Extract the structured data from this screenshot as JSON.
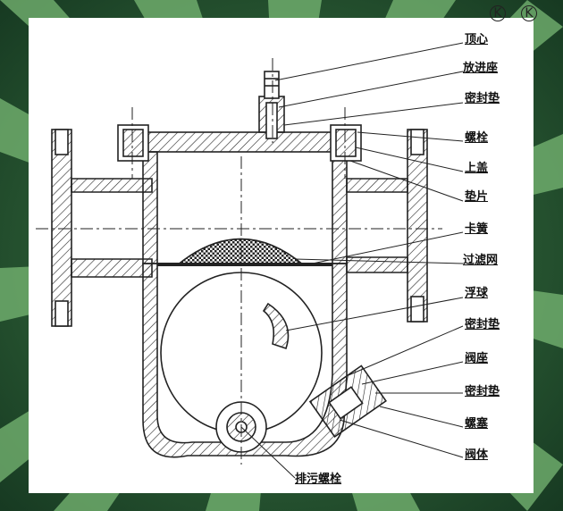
{
  "colors": {
    "bg_dark": "#1f4a2b",
    "bg_light": "#5a9a5e",
    "ray_light": "#8fcf8a",
    "line": "#222222",
    "mesh": "#333333"
  },
  "corner_marks": [
    "K",
    "K"
  ],
  "labels": {
    "ding_xin": "顶心",
    "fang_qi_zuo": "放进座",
    "mi_feng_dian_1": "密封垫",
    "luo_shuan": "螺栓",
    "shang_gai": "上盖",
    "dian_pian": "垫片",
    "ka_huang": "卡簧",
    "guo_lv_wang": "过滤网",
    "fu_qiu": "浮球",
    "mi_feng_dian_2": "密封垫",
    "fa_zuo": "阀座",
    "mi_feng_dian_3": "密封垫",
    "luo_sai": "螺塞",
    "fa_ti": "阀体",
    "pai_wu_luo_shuan": "排污螺栓"
  }
}
